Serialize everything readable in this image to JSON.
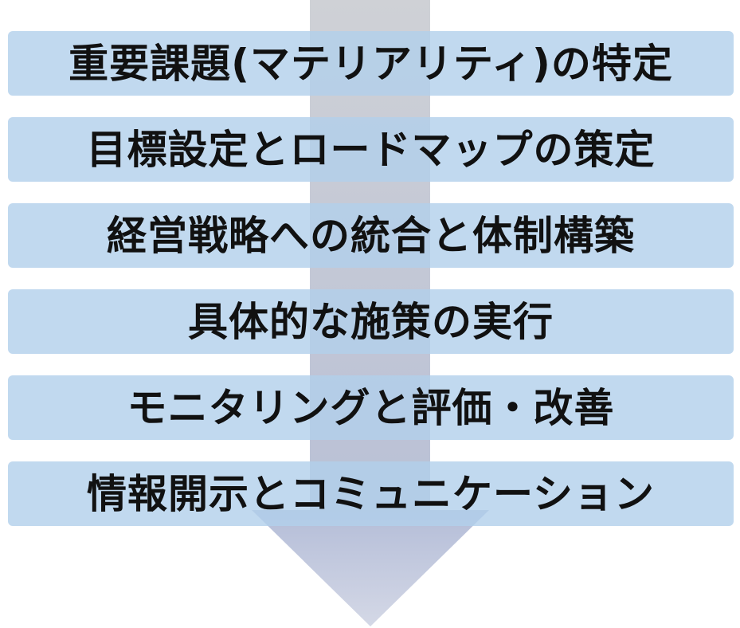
{
  "flow": {
    "steps": [
      {
        "label": "重要課題(マテリアリティ)の特定"
      },
      {
        "label": "目標設定とロードマップの策定"
      },
      {
        "label": "経営戦略への統合と体制構築"
      },
      {
        "label": "具体的な施策の実行"
      },
      {
        "label": "モニタリングと評価・改善"
      },
      {
        "label": "情報開示とコミュニケーション"
      }
    ],
    "colors": {
      "box_fill": "#b2cfeb",
      "arrow_shaft": "#c8ccd6",
      "arrow_head": "#c3c9dc",
      "text": "#111111"
    },
    "icons": [
      "down-arrow-icon"
    ]
  }
}
